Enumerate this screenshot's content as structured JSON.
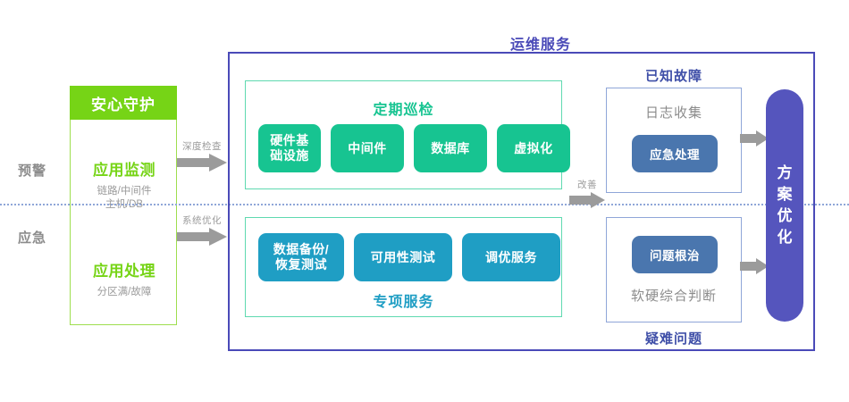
{
  "diagram": {
    "title": "运维服务",
    "accent_purple": "#4a4ab8",
    "accent_green": "#76d416",
    "accent_teal": "#17c491",
    "accent_blue": "#1f9ec4",
    "accent_pill": "#5555bd",
    "accent_steel": "#4a76ae"
  },
  "stages": [
    {
      "label": "预警"
    },
    {
      "label": "应急"
    }
  ],
  "left_group": {
    "header": "安心守护",
    "blocks": [
      {
        "title": "应用监测",
        "sub_line1": "链路/中间件",
        "sub_line2": "主机/DB"
      },
      {
        "title": "应用处理",
        "sub_line1": "分区满/故障",
        "sub_line2": ""
      }
    ]
  },
  "arrows": [
    {
      "name": "deep-check",
      "label": "深度检查"
    },
    {
      "name": "system-optimize",
      "label": "系统优化"
    },
    {
      "name": "improve",
      "label": "改善"
    },
    {
      "name": "to-pill-top",
      "label": ""
    },
    {
      "name": "to-pill-bottom",
      "label": ""
    }
  ],
  "panels": [
    {
      "name": "regular-inspection",
      "title": "定期巡检",
      "title_position": "top",
      "chips": [
        {
          "label_line1": "硬件基",
          "label_line2": "础设施",
          "width": 70
        },
        {
          "label_line1": "中间件",
          "label_line2": "",
          "width": 82
        },
        {
          "label_line1": "数据库",
          "label_line2": "",
          "width": 82
        },
        {
          "label_line1": "虚拟化",
          "label_line2": "",
          "width": 82
        }
      ]
    },
    {
      "name": "special-service",
      "title": "专项服务",
      "title_position": "bottom",
      "chips": [
        {
          "label_line1": "数据备份/",
          "label_line2": "恢复测试",
          "width": 96
        },
        {
          "label_line1": "可用性测试",
          "label_line2": "",
          "width": 110
        },
        {
          "label_line1": "调优服务",
          "label_line2": "",
          "width": 110
        }
      ]
    }
  ],
  "fault_boxes": [
    {
      "name": "known-fault",
      "caption": "已知故障",
      "caption_position": "top",
      "sub_label": "日志收集",
      "sub_position": "top",
      "button": "应急处理"
    },
    {
      "name": "hard-problem",
      "caption": "疑难问题",
      "caption_position": "bottom",
      "sub_label": "软硬综合判断",
      "sub_position": "bottom",
      "button": "问题根治"
    }
  ],
  "optimization_pill": {
    "chars": [
      "方",
      "案",
      "优",
      "化"
    ]
  }
}
